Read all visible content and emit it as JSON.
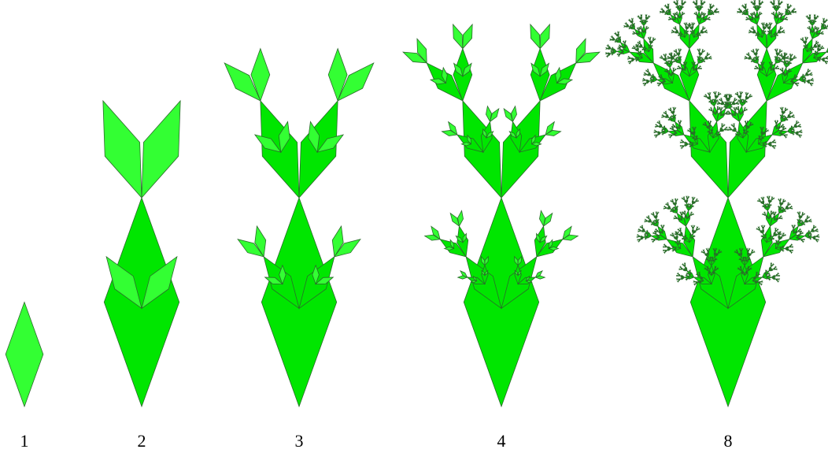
{
  "figure": {
    "fill_color": "#00e600",
    "light_fill_color": "#33ff33",
    "stroke_color": "#2a6a2a",
    "background_color": "#ffffff",
    "stages": [
      {
        "label": "1",
        "iterations": 1
      },
      {
        "label": "2",
        "iterations": 2
      },
      {
        "label": "3",
        "iterations": 3
      },
      {
        "label": "4",
        "iterations": 4
      },
      {
        "label": "8",
        "iterations": 8
      }
    ]
  }
}
